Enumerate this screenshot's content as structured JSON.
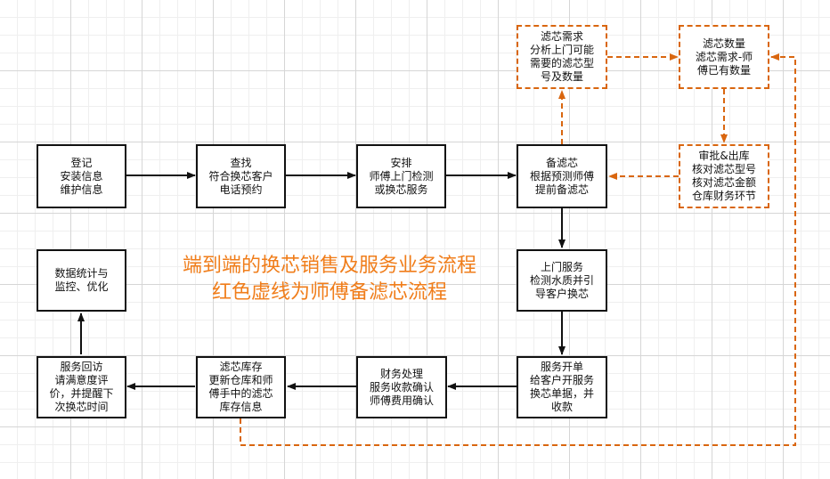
{
  "title": "端到端的换芯销售及服务业务流程\n红色虚线为师傅备滤芯流程",
  "colors": {
    "main": "#111111",
    "accent": "#d9660f",
    "title": "#f07d1a"
  },
  "nodes": {
    "register": "登记\n安装信息\n维护信息",
    "find": "查找\n符合换芯客户\n电话预约",
    "arrange": "安排\n师傅上门检测\n或换芯服务",
    "prepare": "备滤芯\n根据预测师傅\n提前备滤芯",
    "demand": "滤芯需求\n分析上门可能\n需要的滤芯型\n号及数量",
    "quantity": "滤芯数量\n滤芯需求-师\n傅已有数量",
    "approve": "审批&出库\n核对滤芯型号\n核对滤芯金额\n仓库财务环节",
    "visit": "上门服务\n检测水质并引\n导客户换芯",
    "invoice": "服务开单\n给客户开服务\n换芯单据，并\n收款",
    "finance": "财务处理\n服务收款确认\n师傅费用确认",
    "inventory": "滤芯库存\n更新仓库和师\n傅手中的滤芯\n库存信息",
    "followup": "服务回访\n请满意度评\n价，并提醒下\n次换芯时间",
    "stats": "数据统计与\n监控、优化"
  }
}
